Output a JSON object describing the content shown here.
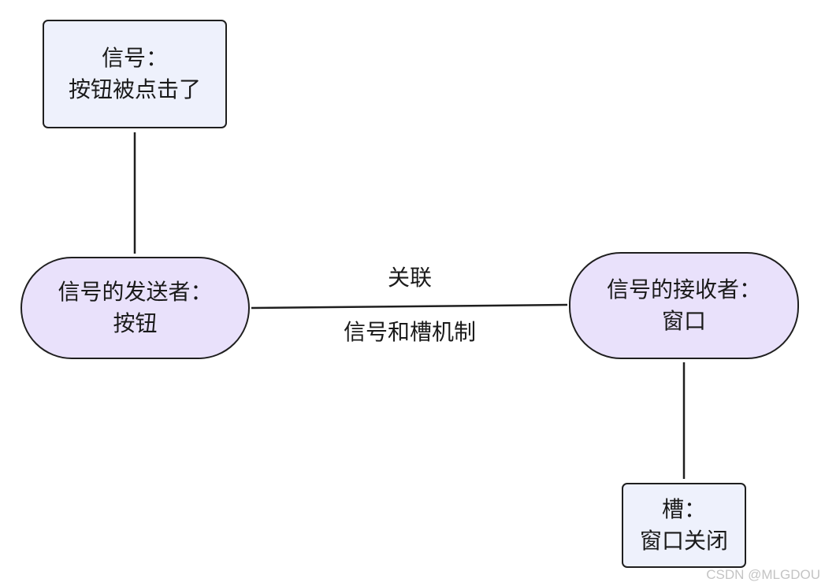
{
  "nodes": {
    "signal": {
      "line1": "信号：",
      "line2": "按钮被点击了"
    },
    "sender": {
      "line1": "信号的发送者：",
      "line2": "按钮"
    },
    "receiver": {
      "line1": "信号的接收者：",
      "line2": "窗口"
    },
    "slot": {
      "line1": "槽：",
      "line2": "窗口关闭"
    }
  },
  "edge": {
    "label_top": "关联",
    "label_bottom": "信号和槽机制"
  },
  "watermark": "CSDN @MLGDOU",
  "colors": {
    "rect_fill": "#eef1fc",
    "pill_fill": "#e9e1fb",
    "stroke": "#1f1f1f"
  }
}
